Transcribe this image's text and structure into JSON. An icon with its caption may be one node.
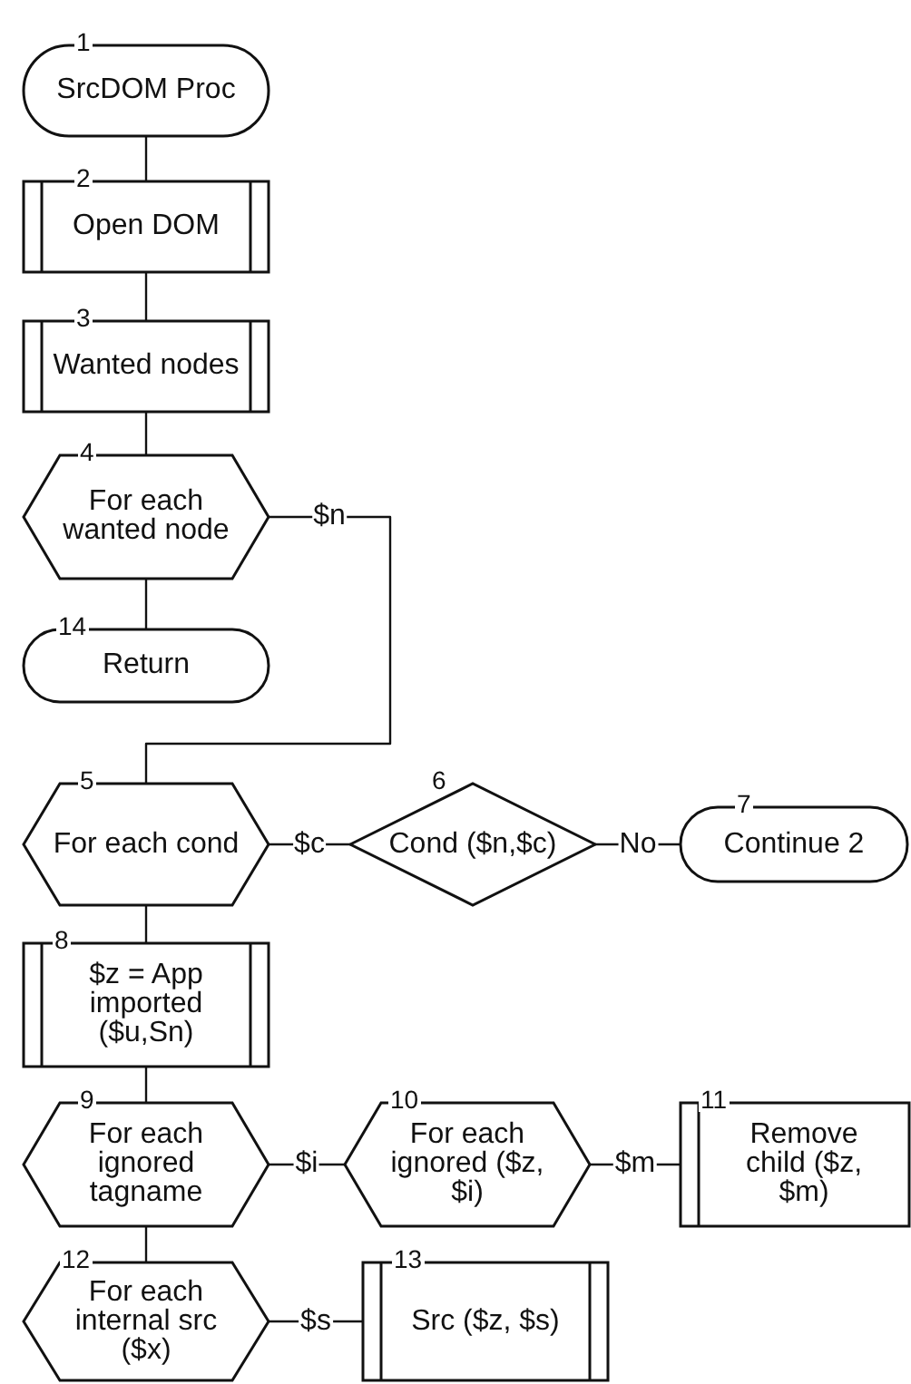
{
  "diagram": {
    "nodes": [
      {
        "text": [
          "1",
          "SrcDOM Proc"
        ]
      },
      {
        "text": [
          "2",
          "Open DOM"
        ]
      },
      {
        "text": [
          "3",
          "Wanted nodes"
        ]
      },
      {
        "text": [
          "4",
          "For each wanted node"
        ]
      },
      {
        "text": [
          "14",
          "Return"
        ]
      },
      {
        "text": [
          "5",
          "For each cond"
        ]
      },
      {
        "text": [
          "6",
          "Cond ($n,$c)"
        ]
      },
      {
        "text": [
          "7",
          "Continue 2"
        ]
      },
      {
        "text": [
          "8",
          "$z = App imported ($u,Sn)"
        ]
      },
      {
        "text": [
          "9",
          "For each ignored tagname"
        ]
      },
      {
        "text": [
          "10",
          "For each ignored ($z, $i)"
        ]
      },
      {
        "text": [
          "11",
          "Remove child ($z, $m)"
        ]
      },
      {
        "text": [
          "12",
          "For each internal src ($x)"
        ]
      },
      {
        "text": [
          "13",
          "Src ($z, $s)"
        ]
      }
    ],
    "edges": [
      {
        "from": 0,
        "to": 1,
        "arrow": "none"
      },
      {
        "from": 1,
        "to": 2,
        "arrow": "none"
      },
      {
        "from": 2,
        "to": 3,
        "arrow": "none"
      },
      {
        "from": 3,
        "to": 4,
        "arrow": "none"
      },
      {
        "from": 3,
        "to": 5,
        "arrow": "none",
        "label": "$n"
      },
      {
        "from": 5,
        "to": 6,
        "arrow": "none",
        "label": "$c"
      },
      {
        "from": 6,
        "to": 7,
        "arrow": "none",
        "label": "No"
      },
      {
        "from": 5,
        "to": 8,
        "arrow": "none"
      },
      {
        "from": 8,
        "to": 9,
        "arrow": "none"
      },
      {
        "from": 9,
        "to": 10,
        "arrow": "none",
        "label": "$i"
      },
      {
        "from": 10,
        "to": 11,
        "arrow": "none",
        "label": "$m"
      },
      {
        "from": 9,
        "to": 12,
        "arrow": "none"
      },
      {
        "from": 12,
        "to": 13,
        "arrow": "none",
        "label": "$s"
      }
    ]
  }
}
